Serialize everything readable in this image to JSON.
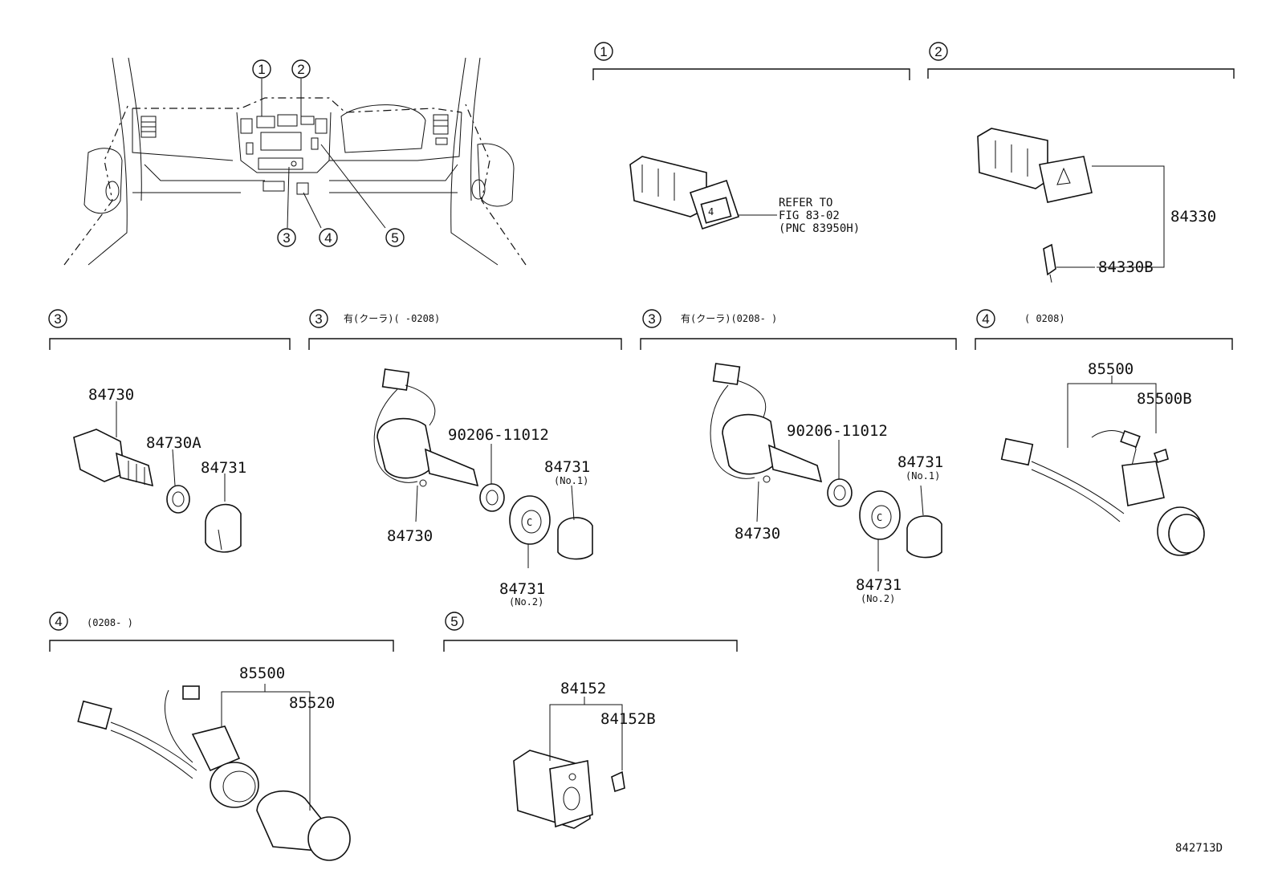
{
  "diagram_code": "842713D",
  "overview": {
    "callouts": [
      "1",
      "2",
      "3",
      "4",
      "5"
    ]
  },
  "sections": {
    "s1": {
      "num": "1",
      "ref_lines": [
        "REFER TO",
        "FIG 83-02",
        "(PNC 83950H)"
      ]
    },
    "s2": {
      "num": "2",
      "parts": [
        "84330",
        "84330B"
      ]
    },
    "s3a": {
      "num": "3",
      "parts": [
        "84730",
        "84730A",
        "84731"
      ]
    },
    "s3b": {
      "num": "3",
      "heading": "有(クーラ)(    -0208)",
      "parts": [
        "90206-11012",
        "84731",
        "(No.1)",
        "84730",
        "84731",
        "(No.2)"
      ]
    },
    "s3c": {
      "num": "3",
      "heading": "有(クーラ)(0208-    )",
      "parts": [
        "90206-11012",
        "84731",
        "(No.1)",
        "84730",
        "84731",
        "(No.2)"
      ]
    },
    "s4a": {
      "num": "4",
      "heading": "(    0208)",
      "parts": [
        "85500",
        "85500B"
      ]
    },
    "s4b": {
      "num": "4",
      "heading": "(0208-    )",
      "parts": [
        "85500",
        "85520"
      ]
    },
    "s5": {
      "num": "5",
      "parts": [
        "84152",
        "84152B"
      ]
    }
  }
}
